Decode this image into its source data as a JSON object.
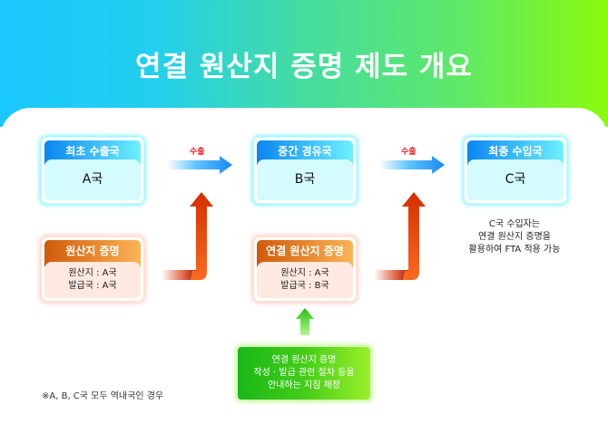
{
  "title": "연결 원산지 증명 제도 개요",
  "countries": [
    {
      "role": "최초 수출국",
      "name": "A국"
    },
    {
      "role": "중간 경유국",
      "name": "B국"
    },
    {
      "role": "최종 수입국",
      "name": "C국"
    }
  ],
  "flow_labels": [
    "수출",
    "수출"
  ],
  "certificates": [
    {
      "title": "원산지 증명",
      "origin": "원산지 : A국",
      "issuer": "발급국 : A국"
    },
    {
      "title": "연결 원산지 증명",
      "origin": "원산지 : A국",
      "issuer": "발급국 : B국"
    }
  ],
  "guideline": {
    "line1": "연결 원산지 증명",
    "line2": "작성 · 발급 관련 절차 등을",
    "line3": "안내하는 지침 제정"
  },
  "importer_note": {
    "line1": "C국 수입자는",
    "line2": "연결 원산지 증명을",
    "line3": "활용하여 FTA 적용 가능"
  },
  "footnote": "※A, B, C국 모두 역내국인 경우",
  "colors": {
    "header_start": "#1ac8ff",
    "header_end": "#88fb0c",
    "country_accent": "#0a86f0",
    "certificate_accent": "#d05a0a",
    "guideline_accent": "#18b818",
    "export_label": "#e8202a"
  }
}
